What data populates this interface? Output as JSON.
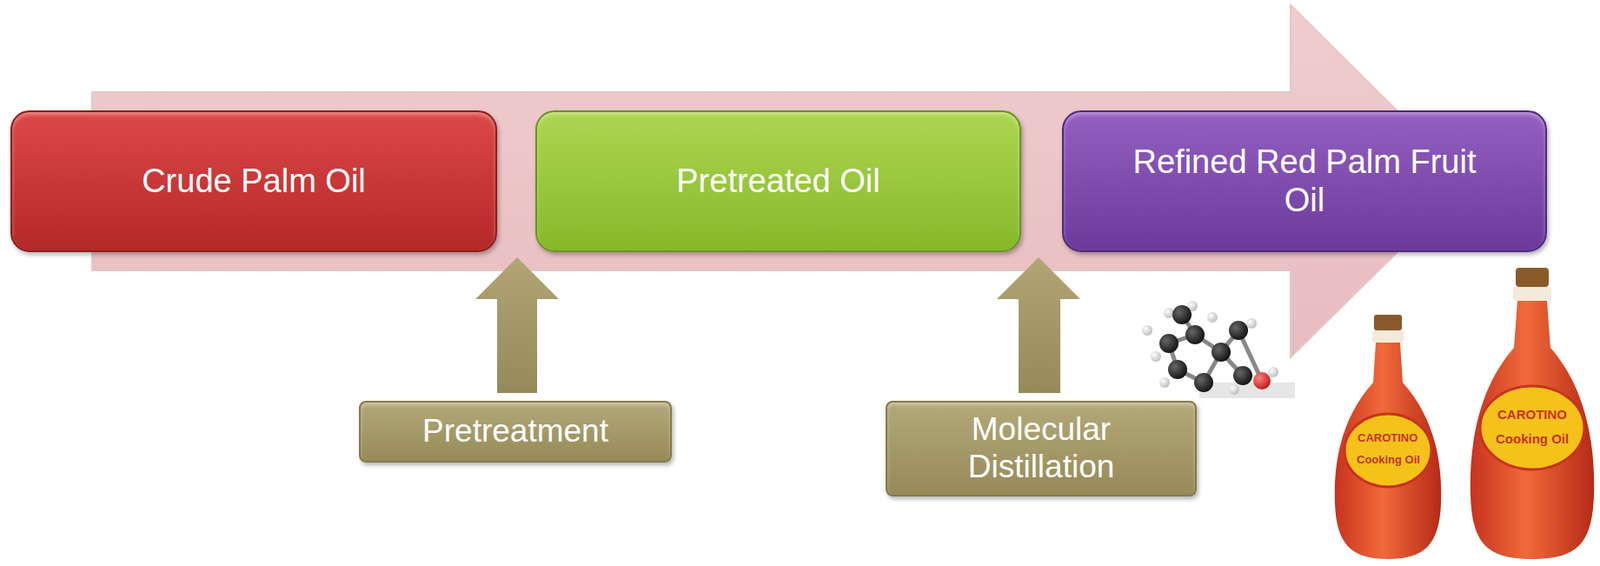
{
  "diagram": {
    "nodes": [
      {
        "text": [
          "Crude Palm Oil"
        ]
      },
      {
        "text": [
          "Pretreated Oil"
        ]
      },
      {
        "text": [
          "Refined Red Palm Fruit Oil"
        ]
      },
      {
        "text": [
          "Pretreatment"
        ]
      },
      {
        "text": [
          "Molecular Distillation"
        ]
      }
    ],
    "labels": [
      "CAROTINO",
      "Cooking Oil",
      "CAROTINO",
      "Cooking Oil"
    ]
  }
}
